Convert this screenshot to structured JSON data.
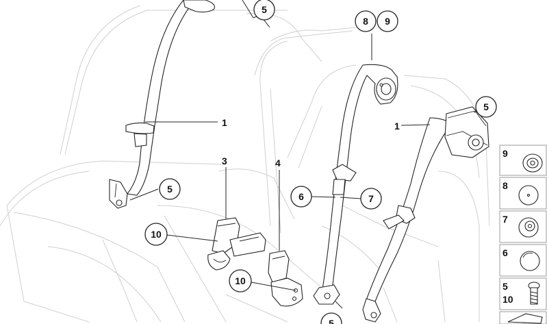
{
  "callouts": [
    {
      "id": "c5-top",
      "label": "5"
    },
    {
      "id": "c8",
      "label": "8"
    },
    {
      "id": "c9",
      "label": "9"
    },
    {
      "id": "c5-right",
      "label": "5"
    },
    {
      "id": "c5-left",
      "label": "5"
    },
    {
      "id": "c6",
      "label": "6"
    },
    {
      "id": "c7",
      "label": "7"
    },
    {
      "id": "c10-a",
      "label": "10"
    },
    {
      "id": "c10-b",
      "label": "10"
    },
    {
      "id": "c5-bottom",
      "label": "5"
    }
  ],
  "labels": {
    "part1_left": "1",
    "part1_right": "1",
    "part3": "3",
    "part4": "4"
  },
  "legend": [
    {
      "label": "9",
      "icon": "cap-icon"
    },
    {
      "label": "8",
      "icon": "cover-icon"
    },
    {
      "label": "7",
      "icon": "spacer-icon"
    },
    {
      "label": "6",
      "icon": "button-icon"
    },
    {
      "label": "5\n10",
      "label_top": "5",
      "label_bottom": "10",
      "icon": "bolt-icon"
    },
    {
      "label": "",
      "icon": "arrow-icon"
    }
  ]
}
